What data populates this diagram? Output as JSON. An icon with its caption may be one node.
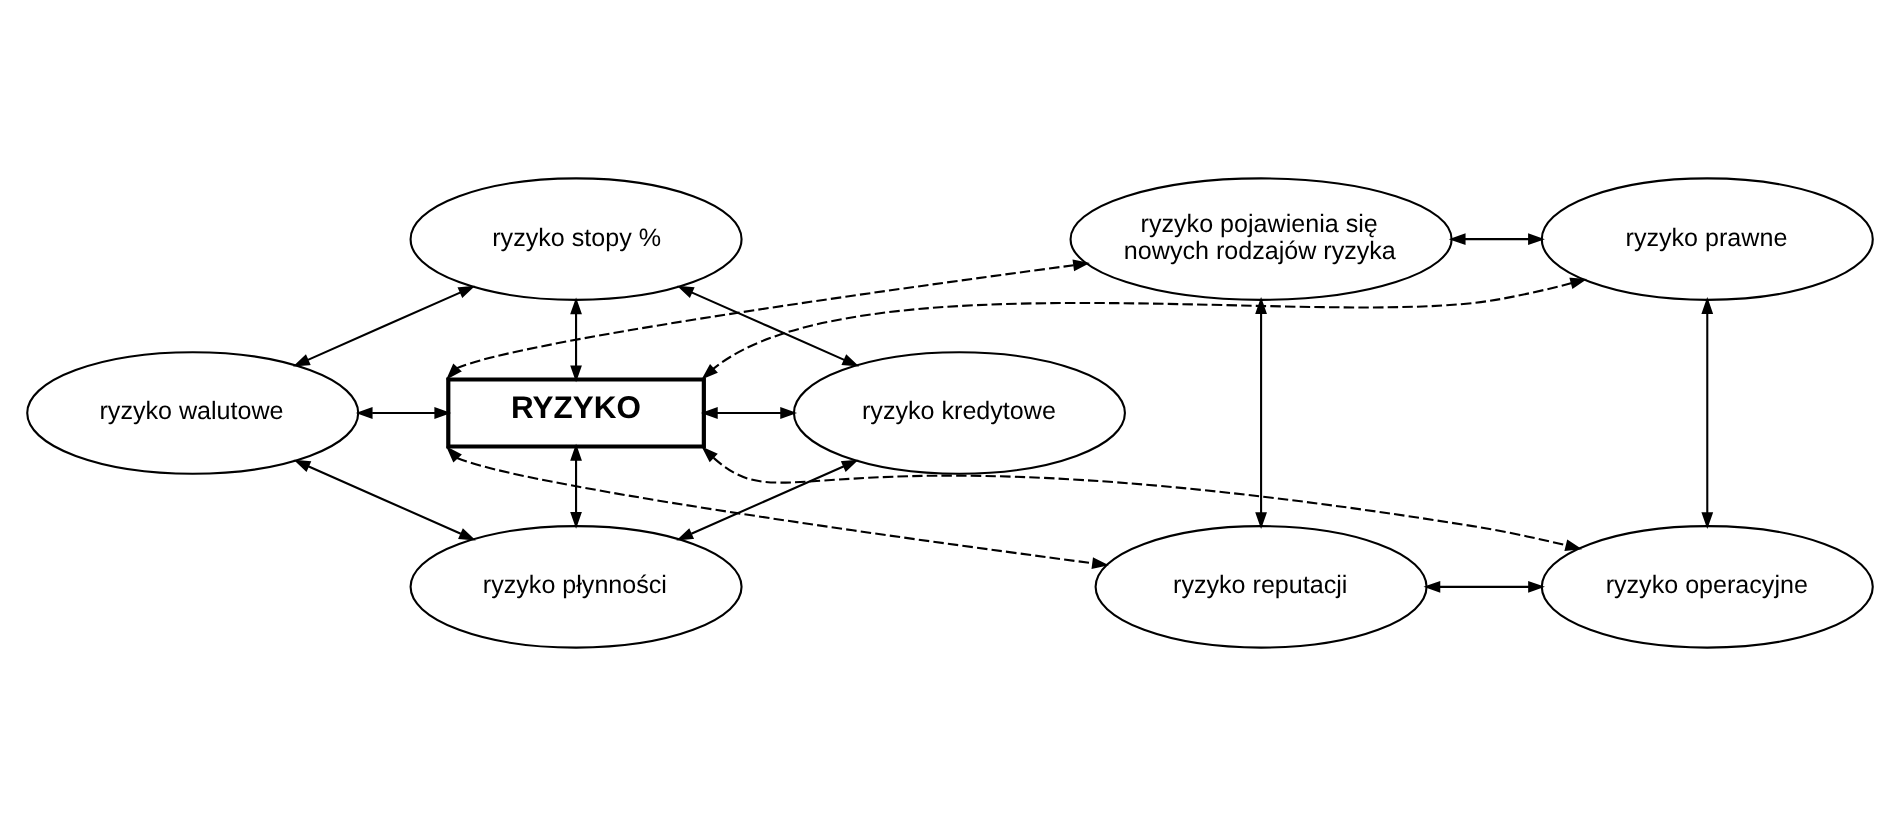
{
  "diagram": {
    "nodes": [
      {
        "text": [
          "ryzyko pojawienia się nowych rodzajów ryzyka"
        ]
      },
      {
        "text": [
          "ryzyko prawne"
        ]
      },
      {
        "text": [
          "ryzyko stopy %"
        ]
      },
      {
        "text": [
          "ryzyko walutowe"
        ]
      },
      {
        "text": [
          "RYZYKO"
        ]
      },
      {
        "text": [
          "ryzyko kredytowe"
        ]
      },
      {
        "text": [
          "ryzyko płynności"
        ]
      },
      {
        "text": [
          "ryzyko reputacji"
        ]
      },
      {
        "text": [
          "ryzyko operacyjne"
        ]
      }
    ],
    "edges": [
      {
        "from": 0,
        "to": 1,
        "arrow": "both"
      },
      {
        "from": 0,
        "to": 7,
        "arrow": "both"
      },
      {
        "from": 1,
        "to": 8,
        "arrow": "both"
      },
      {
        "from": 7,
        "to": 8,
        "arrow": "both"
      },
      {
        "from": 0,
        "to": 4,
        "arrow": "both",
        "style": "dashed"
      },
      {
        "from": 1,
        "to": 4,
        "arrow": "both",
        "style": "dashed"
      },
      {
        "from": 2,
        "to": 3,
        "arrow": "both"
      },
      {
        "from": 2,
        "to": 4,
        "arrow": "both"
      },
      {
        "from": 2,
        "to": 5,
        "arrow": "both"
      },
      {
        "from": 3,
        "to": 4,
        "arrow": "both"
      },
      {
        "from": 4,
        "to": 5,
        "arrow": "both"
      },
      {
        "from": 4,
        "to": 6,
        "arrow": "both"
      },
      {
        "from": 3,
        "to": 6,
        "arrow": "both"
      },
      {
        "from": 6,
        "to": 5,
        "arrow": "both"
      },
      {
        "from": 4,
        "to": 7,
        "arrow": "both",
        "style": "dashed"
      },
      {
        "from": 4,
        "to": 8,
        "arrow": "both",
        "style": "dashed"
      }
    ]
  }
}
